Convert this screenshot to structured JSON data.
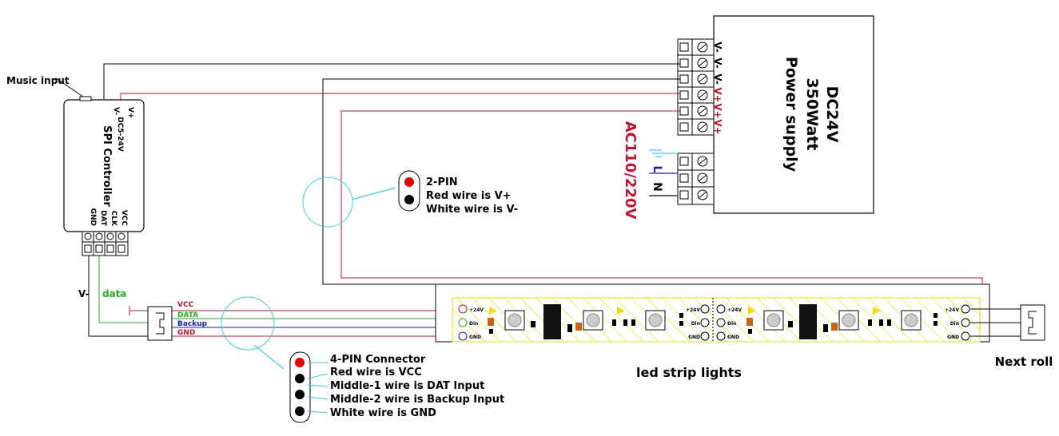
{
  "controller": {
    "title": "SPI Controller",
    "power_spec": "DC5-24V",
    "power_pins": [
      "V+",
      "V-"
    ],
    "output_pins": [
      "VCC",
      "CLK",
      "DAT",
      "GND"
    ],
    "music_input": "Music input"
  },
  "power_supply": {
    "line1": "DC24V",
    "line2": "350Watt",
    "line3": "Power supply",
    "outputs": [
      "V-",
      "V-",
      "V-",
      "V+",
      "V+",
      "V+"
    ],
    "ac_terminals": [
      "L",
      "N"
    ],
    "ac_label": "AC110/220V"
  },
  "two_pin": {
    "title": "2-PIN",
    "red": "Red wire is V+",
    "white": "White wire is V-"
  },
  "four_pin": {
    "title": "4-PIN Connector",
    "red": "Red wire is VCC",
    "mid1": "Middle-1 wire is DAT Input",
    "mid2": "Middle-2 wire is Backup Input",
    "white": "White wire is GND"
  },
  "wires": {
    "vminus": "V-",
    "data": "data",
    "vcc": "VCC",
    "data_cap": "DATA",
    "backup": "Backup",
    "gnd": "GND"
  },
  "strip": {
    "label": "led strip lights",
    "pad_24v": "+24V",
    "pad_din": "Din",
    "pad_gnd": "GND"
  },
  "next_roll": "Next roll",
  "colors": {
    "red": "#c8102e",
    "green": "#22b022",
    "blue": "#1a1ad0",
    "cyan": "#3fd0e0",
    "yellow": "#f0e000"
  }
}
